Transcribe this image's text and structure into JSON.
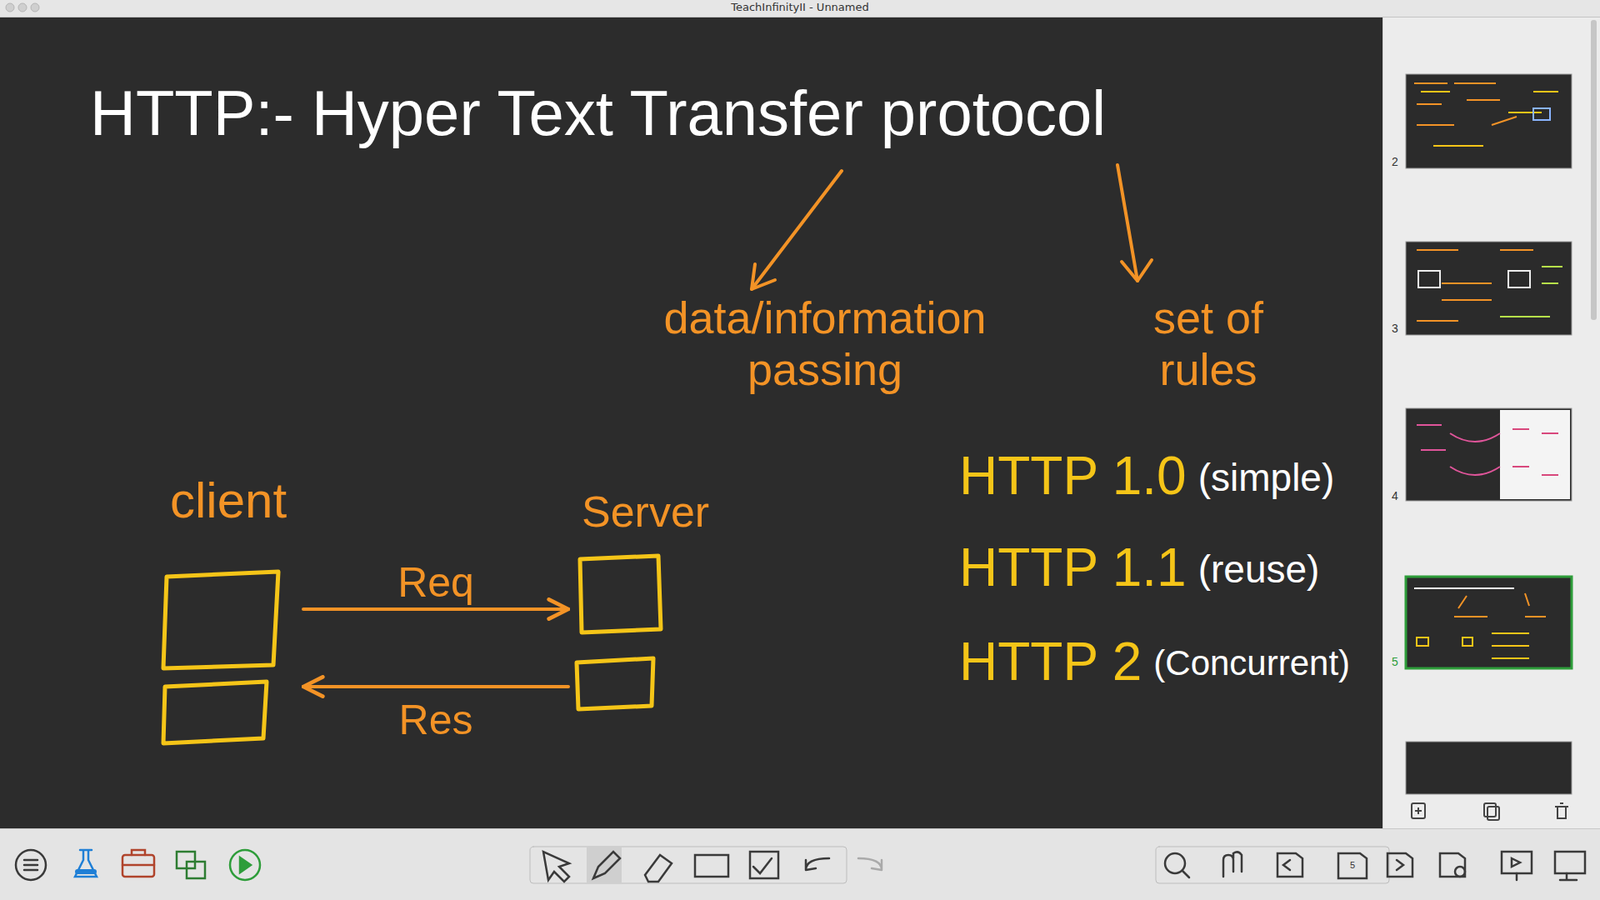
{
  "diagram": {
    "title": "HTTP:- Hyper Text Transfer protocol",
    "nodes": [
      {
        "text": [
          "client"
        ]
      },
      {
        "text": [
          "Server"
        ]
      }
    ],
    "edges": [
      {
        "from": 0,
        "to": 1,
        "label": "Req",
        "arrow": "to"
      },
      {
        "from": 1,
        "to": 0,
        "label": "Res",
        "arrow": "to"
      }
    ],
    "labels": [
      "TeachInfinityII - Unnamed",
      "data/information passing",
      "set of rules",
      "HTTP 1.0",
      "(simple)",
      "HTTP 1.1",
      "(reuse)",
      "HTTP 2",
      "(Concurrent)",
      "2",
      "3",
      "4",
      "5",
      "5"
    ]
  }
}
